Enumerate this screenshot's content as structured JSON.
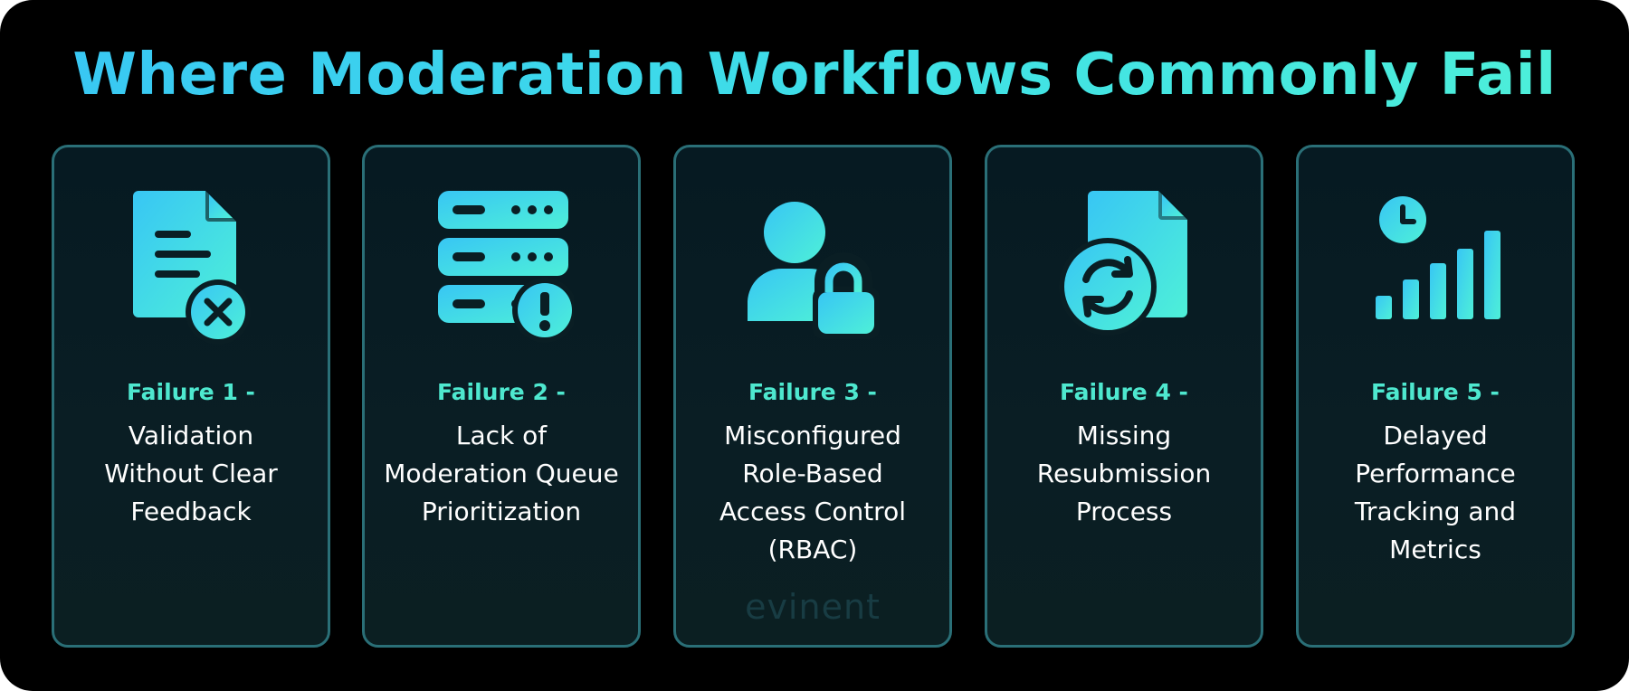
{
  "title": "Where Moderation Workflows Commonly Fail",
  "cards": [
    {
      "label": "Failure 1 -",
      "lines": [
        "Validation",
        "Without Clear",
        "Feedback"
      ],
      "icon": "document-x-icon"
    },
    {
      "label": "Failure 2 -",
      "lines": [
        "Lack of",
        "Moderation Queue",
        "Prioritization"
      ],
      "icon": "server-warning-icon"
    },
    {
      "label": "Failure 3 -",
      "lines": [
        "Misconfigured",
        "Role-Based",
        "Access Control",
        "(RBAC)"
      ],
      "icon": "user-lock-icon"
    },
    {
      "label": "Failure 4 -",
      "lines": [
        "Missing",
        "Resubmission",
        "Process"
      ],
      "icon": "document-refresh-icon"
    },
    {
      "label": "Failure 5 -",
      "lines": [
        "Delayed",
        "Performance",
        "Tracking and",
        "Metrics"
      ],
      "icon": "clock-bars-icon"
    }
  ],
  "watermark": "evinent",
  "colors": {
    "accent_start": "#38c6f4",
    "accent_end": "#4ef0d8",
    "card_border": "#2a6f77",
    "background": "#000000"
  }
}
